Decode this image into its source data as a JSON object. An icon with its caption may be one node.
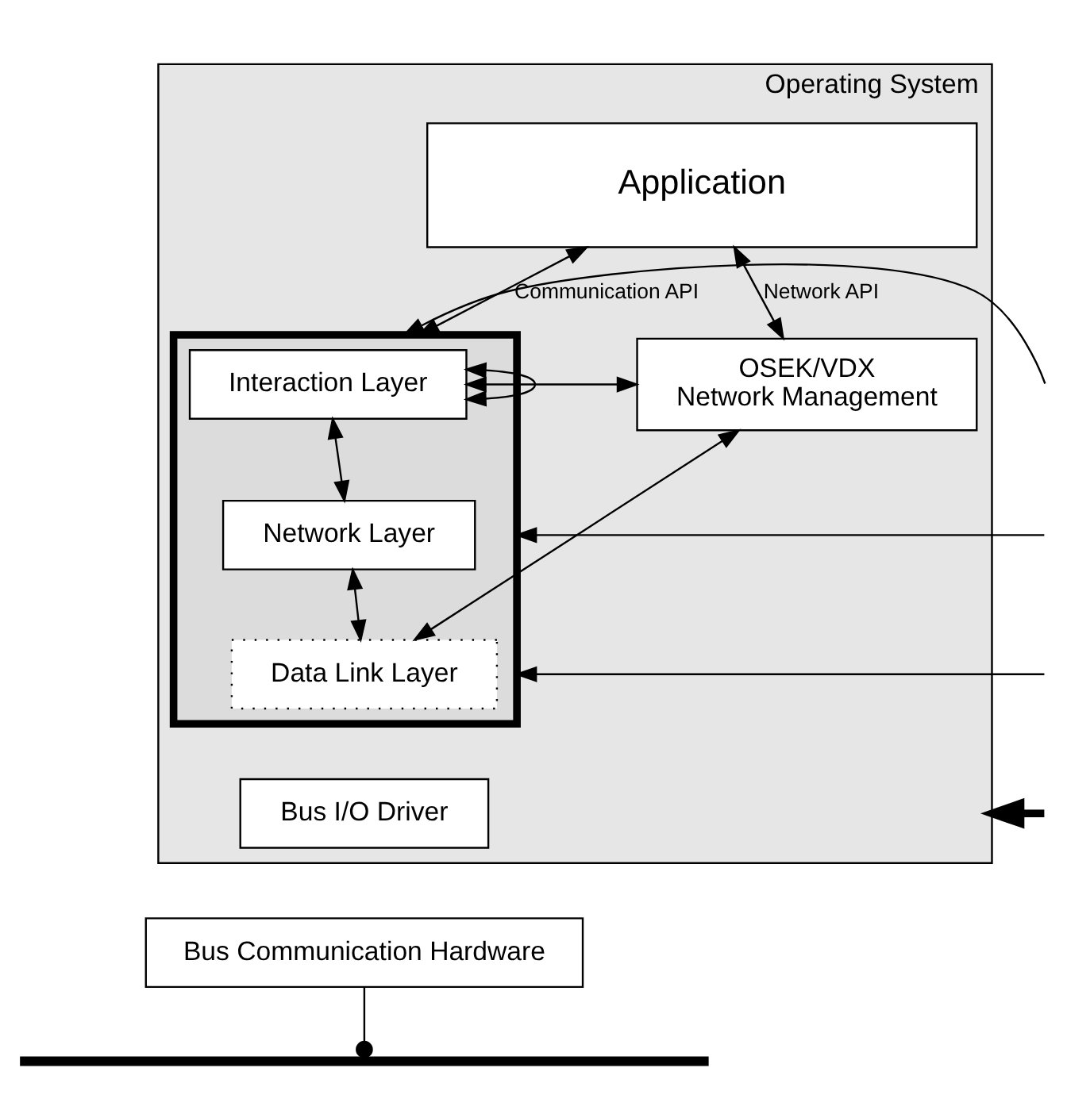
{
  "diagram": {
    "nodes": [
      {
        "text": [
          "Operating System"
        ]
      },
      {
        "text": [
          "Application"
        ],
        "in": 0
      },
      {
        "text": [],
        "shape": "box",
        "in": 0
      },
      {
        "text": [
          "Interaction Layer"
        ],
        "in": 2
      },
      {
        "text": [
          "Network Layer"
        ],
        "in": 2
      },
      {
        "text": [
          "Data Link Layer"
        ],
        "in": 2
      },
      {
        "text": [
          "OSEK/VDX",
          "Network Management"
        ],
        "in": 0
      },
      {
        "text": [
          "Bus I/O Driver"
        ],
        "in": 0
      },
      {
        "text": [
          "Bus Communication Hardware"
        ]
      },
      {
        "text": [],
        "shape": "bar"
      }
    ],
    "edges": [
      {
        "from": 1,
        "to": 2,
        "arrow": "both",
        "label": "Communication API"
      },
      {
        "from": 1,
        "to": 6,
        "arrow": "both",
        "label": "Network API"
      },
      {
        "from": 2,
        "to": 3,
        "arrow": "both"
      },
      {
        "from": 3,
        "to": 6,
        "arrow": "both"
      },
      {
        "from": 3,
        "to": 4,
        "arrow": "both"
      },
      {
        "from": 4,
        "to": 5,
        "arrow": "both"
      },
      {
        "from": 6,
        "to": 5,
        "arrow": "both"
      },
      {
        "from": null,
        "to": 2,
        "arrow": "to"
      },
      {
        "from": null,
        "to": 2,
        "arrow": "to"
      },
      {
        "from": null,
        "to": 2,
        "arrow": "to"
      },
      {
        "from": null,
        "to": 0,
        "arrow": "to",
        "style": "thick"
      },
      {
        "from": 8,
        "to": 9,
        "arrow": "other"
      }
    ]
  }
}
